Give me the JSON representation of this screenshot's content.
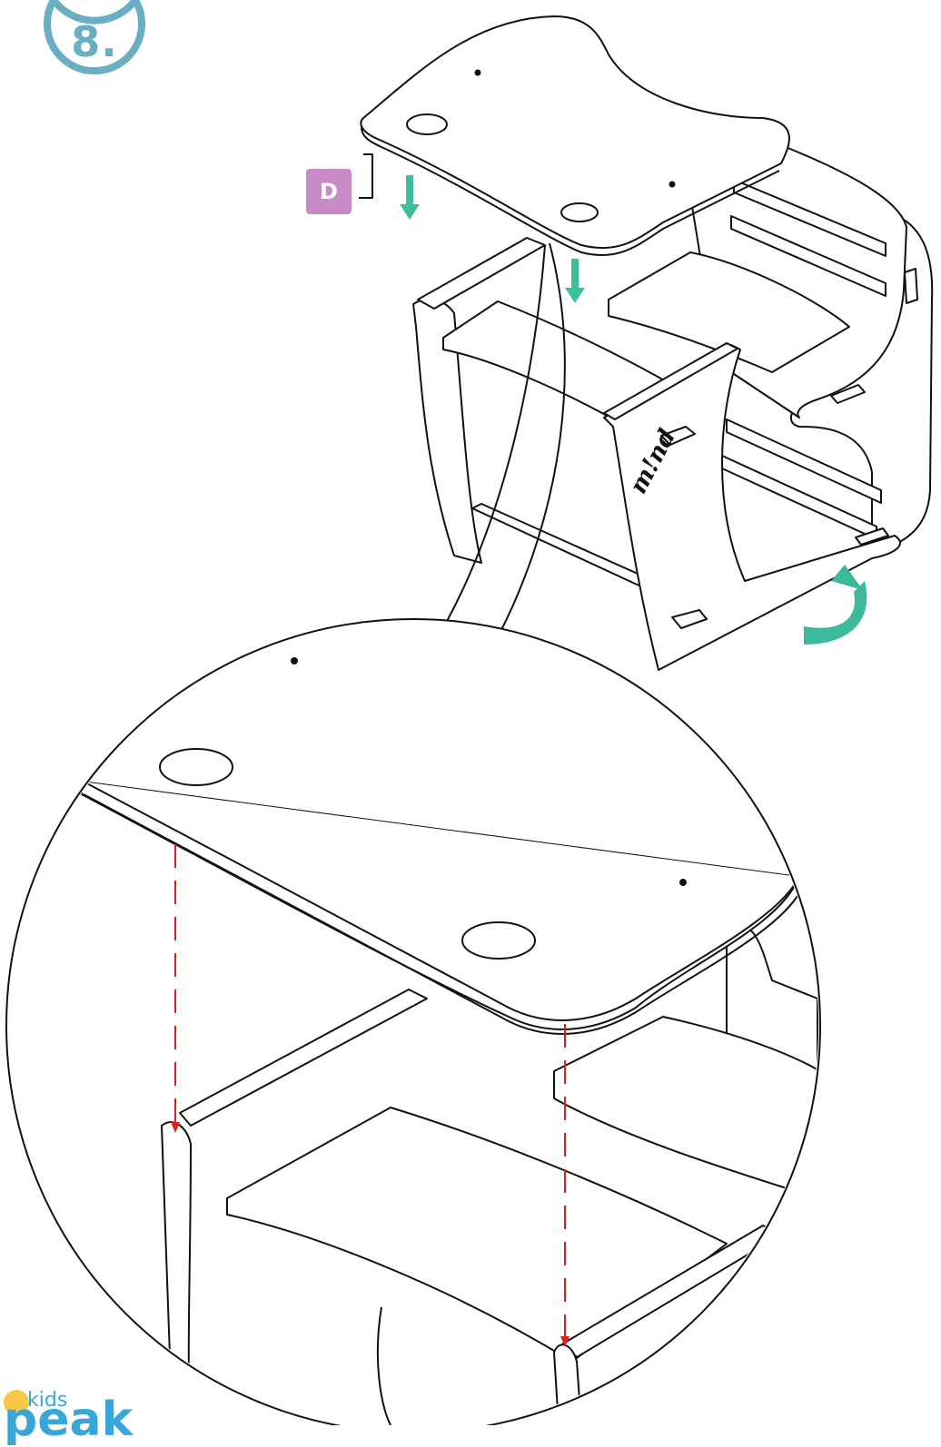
{
  "step": {
    "number": "8."
  },
  "part_label": "D",
  "brand_marking": "m!nd",
  "logo": {
    "small": "kids",
    "big": "peak"
  },
  "colors": {
    "step_ring": "#6aaec4",
    "part_tag": "#c98bc7",
    "arrow_teal": "#3dbf9a",
    "rotate_arrow": "#3cb89a",
    "guide_line": "#e02020",
    "logo_blue": "#3aa6d8",
    "logo_sun": "#f5c84a"
  },
  "icons": [
    "down-arrow-icon",
    "rotate-arrow-icon",
    "magnifier-callout",
    "guide-line"
  ]
}
